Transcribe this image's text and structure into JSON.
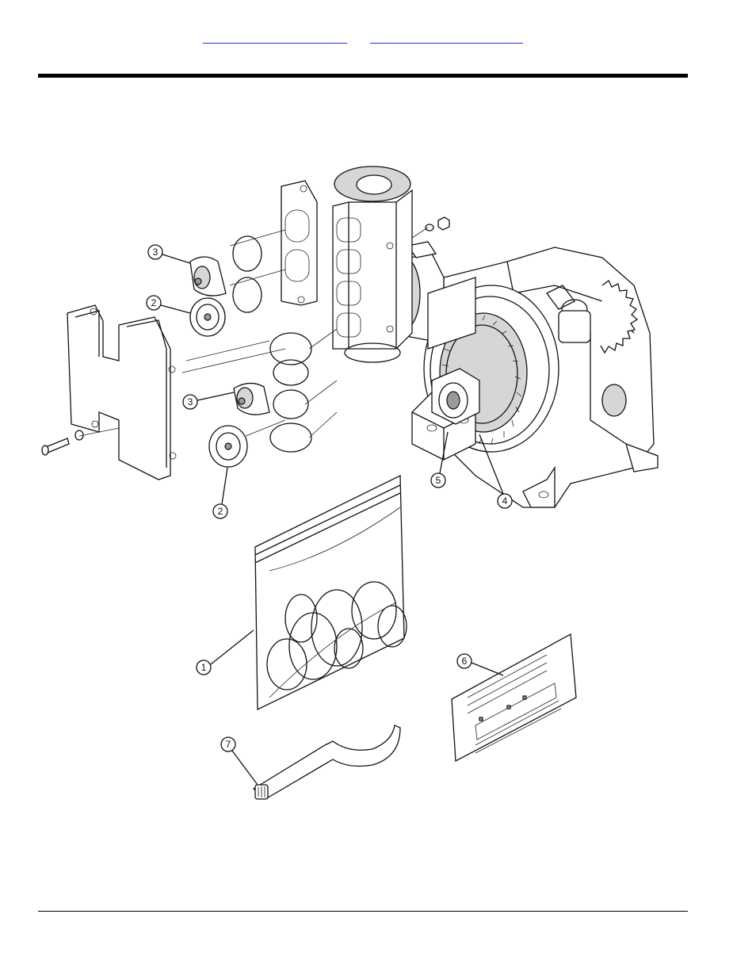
{
  "header": {
    "link_left": "",
    "link_right": ""
  },
  "callouts": [
    "1",
    "2",
    "3",
    "4",
    "5",
    "6",
    "7"
  ],
  "colors": {
    "link": "#1a32d6",
    "rule": "#000000",
    "line": "#111111"
  }
}
